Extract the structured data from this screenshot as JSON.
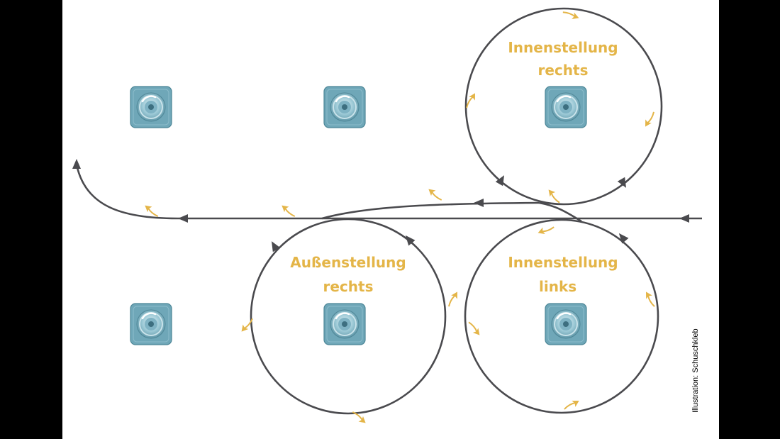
{
  "diagram": {
    "labels": {
      "inner_right": [
        "Innenstellung",
        "rechts"
      ],
      "outer_right": [
        "Außenstellung",
        "rechts"
      ],
      "inner_left": [
        "Innenstellung",
        "links"
      ]
    },
    "credit": "Illustration: Schuschkleb",
    "cone_count": 6
  },
  "colors": {
    "background": "#000000",
    "panel": "#ffffff",
    "path": "#4a4a4e",
    "accent": "#e4b548",
    "cone_base": "#6fa7b8",
    "cone_ring": "#c9e3ea",
    "cone_center": "#3d6f80"
  }
}
